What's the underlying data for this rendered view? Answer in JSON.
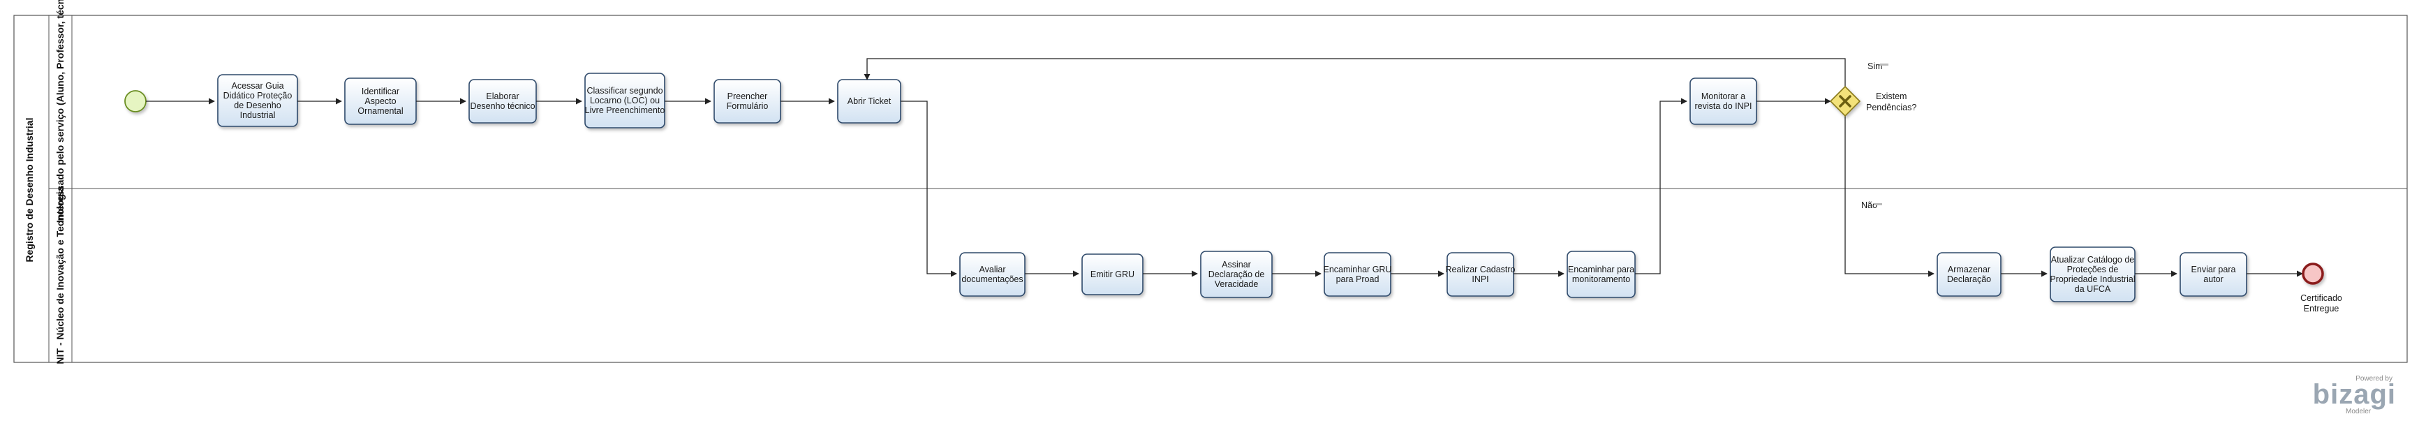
{
  "pool": {
    "title": "Registro de Desenho Industrial"
  },
  "lanes": [
    {
      "label": "Interessado pelo serviço (Aluno, Professor, técnico)"
    },
    {
      "label": "NIT - Núcleo de Inovação e Tecnologia"
    }
  ],
  "tasks": [
    {
      "id": "t1",
      "lines": [
        "Acessar Guia",
        "Didático Proteção",
        "de Desenho",
        "Industrial"
      ]
    },
    {
      "id": "t2",
      "lines": [
        "Identificar",
        "Aspecto",
        "Ornamental"
      ]
    },
    {
      "id": "t3",
      "lines": [
        "Elaborar",
        "Desenho técnico"
      ]
    },
    {
      "id": "t4",
      "lines": [
        "Classificar segundo",
        "Locarno (LOC) ou",
        "Livre Preenchimento"
      ]
    },
    {
      "id": "t5",
      "lines": [
        "Preencher",
        "Formulário"
      ]
    },
    {
      "id": "t6",
      "lines": [
        "Abrir Ticket"
      ]
    },
    {
      "id": "t7",
      "lines": [
        "Monitorar a",
        "revista do INPI"
      ]
    },
    {
      "id": "t8",
      "lines": [
        "Avaliar",
        "documentações"
      ]
    },
    {
      "id": "t9",
      "lines": [
        "Emitir GRU"
      ]
    },
    {
      "id": "t10",
      "lines": [
        "Assinar",
        "Declaração de",
        "Veracidade"
      ]
    },
    {
      "id": "t11",
      "lines": [
        "Encaminhar GRU",
        "para Proad"
      ]
    },
    {
      "id": "t12",
      "lines": [
        "Realizar Cadastro",
        "INPI"
      ]
    },
    {
      "id": "t13",
      "lines": [
        "Encaminhar para",
        "monitoramento"
      ]
    },
    {
      "id": "t14",
      "lines": [
        "Armazenar",
        "Declaração"
      ]
    },
    {
      "id": "t15",
      "lines": [
        "Atualizar Catálogo de",
        "Proteções de",
        "Propriedade Industrial",
        "da UFCA"
      ]
    },
    {
      "id": "t16",
      "lines": [
        "Enviar para",
        "autor"
      ]
    }
  ],
  "gateway": {
    "lines": [
      "Existem",
      "Pendências?"
    ],
    "yes_label": "Sim",
    "no_label": "Não"
  },
  "end_event": {
    "lines": [
      "Certificado",
      "Entregue"
    ]
  },
  "branding": {
    "powered_by": "Powered by",
    "name": "bizagi",
    "product": "Modeler"
  },
  "colors": {
    "task_fill": "#ddeaf6",
    "task_stroke": "#2e4a6b",
    "start_fill": "#e6f5c2",
    "start_stroke": "#6b8e23",
    "end_fill": "#f7c6c6",
    "end_stroke": "#8b1c1c",
    "gateway_fill": "#f3e27a",
    "gateway_stroke": "#8a7a1a"
  }
}
